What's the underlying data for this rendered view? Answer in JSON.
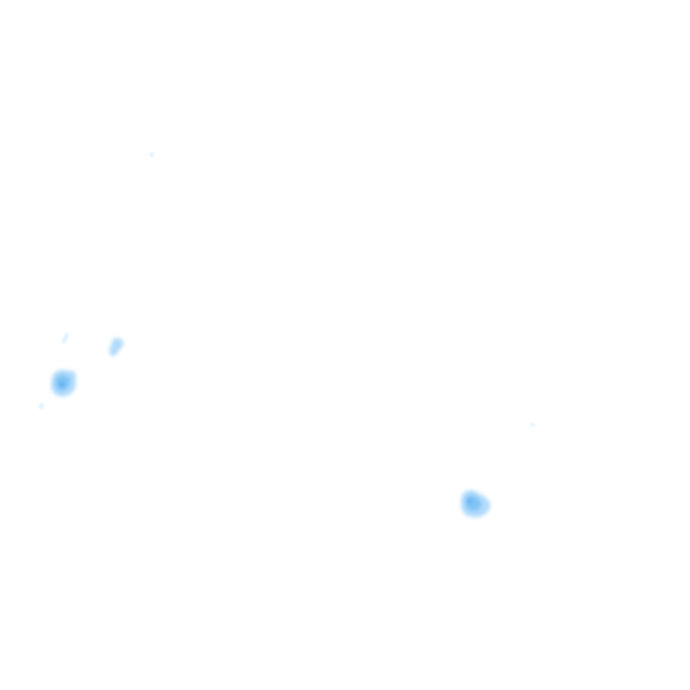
{
  "map": {
    "background_color": "#ffffff",
    "layer": "precipitation-radar",
    "intensity_colors": {
      "faint": "#d6ecff",
      "light": "#a9d7fb",
      "medium": "#7cc2f6",
      "core": "#52a9ee"
    },
    "echoes": [
      {
        "id": "echo-west-large",
        "intensity": "medium"
      },
      {
        "id": "echo-west-small",
        "intensity": "light"
      },
      {
        "id": "echo-west-sliver",
        "intensity": "faint"
      },
      {
        "id": "echo-west-speck",
        "intensity": "faint"
      },
      {
        "id": "echo-north-speck",
        "intensity": "faint"
      },
      {
        "id": "echo-southeast-large",
        "intensity": "medium"
      },
      {
        "id": "echo-east-speck",
        "intensity": "faint"
      }
    ]
  }
}
